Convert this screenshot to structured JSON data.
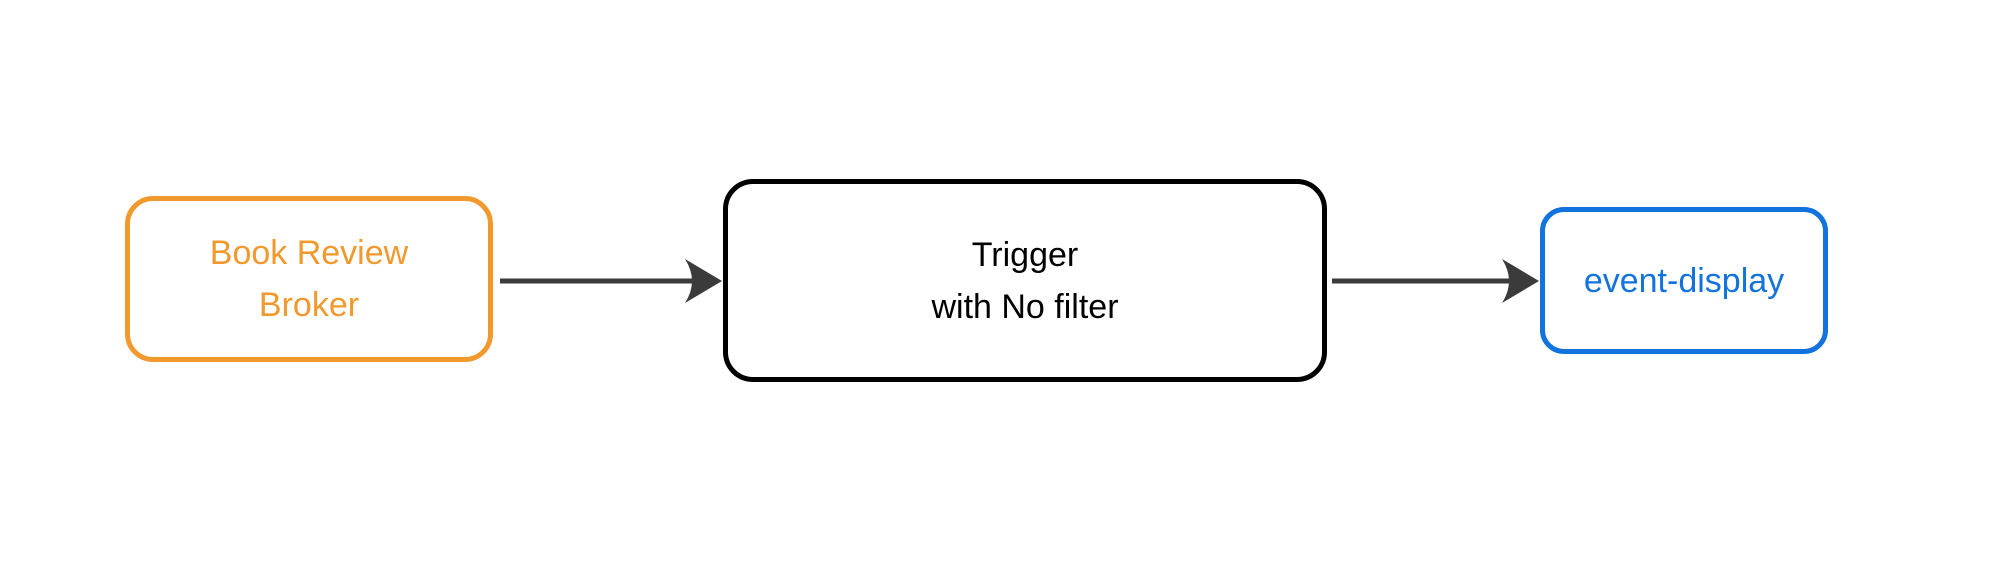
{
  "diagram": {
    "type": "flowchart",
    "direction": "left-to-right",
    "nodes": [
      {
        "id": "broker",
        "label": "Book Review\nBroker"
      },
      {
        "id": "trigger",
        "label": "Trigger\nwith No filter"
      },
      {
        "id": "event-display",
        "label": "event-display"
      }
    ],
    "edges": [
      {
        "from": "broker",
        "to": "trigger"
      },
      {
        "from": "trigger",
        "to": "event-display"
      }
    ]
  },
  "colors": {
    "background": "#ffffff",
    "broker": "#f2992e",
    "trigger": "#000000",
    "event-display": "#1273de",
    "arrow": "#3b3b3b"
  }
}
